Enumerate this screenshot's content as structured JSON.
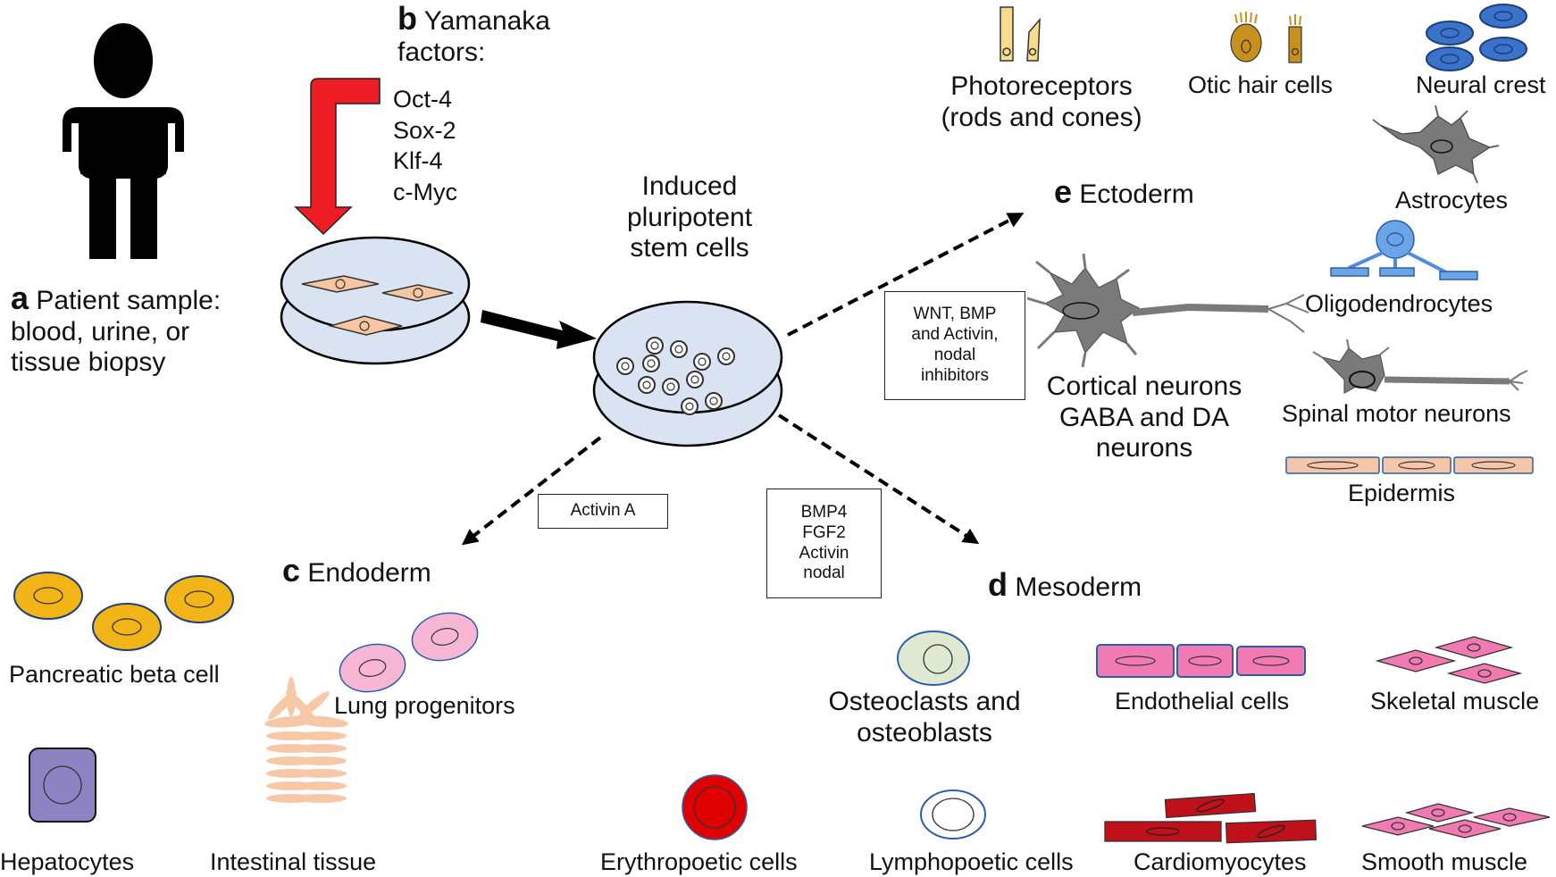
{
  "patient": {
    "letter": "a",
    "text": "Patient sample:\nblood, urine, or\ntissue biopsy"
  },
  "yamanaka": {
    "letter": "b",
    "title": "Yamanaka\nfactors:",
    "factors": "Oct-4\nSox-2\nKlf-4\nc-Myc"
  },
  "ipsc": {
    "label": "Induced\npluripotent\nstem cells"
  },
  "conditions": {
    "ectoderm": "WNT, BMP\nand Activin,\nnodal\ninhibitors",
    "endoderm": "Activin A",
    "mesoderm": "BMP4\nFGF2\nActivin\nnodal"
  },
  "ectoderm": {
    "letter": "e",
    "title": "Ectoderm",
    "photoreceptors": "Photoreceptors\n(rods and cones)",
    "otic": "Otic hair cells",
    "neural_crest": "Neural crest",
    "astrocytes": "Astrocytes",
    "oligodendrocytes": "Oligodendrocytes",
    "cortical": "Cortical neurons\nGABA and DA\nneurons",
    "spinal": "Spinal motor neurons",
    "epidermis": "Epidermis"
  },
  "endoderm": {
    "letter": "c",
    "title": "Endoderm",
    "pancreatic": "Pancreatic beta cell",
    "lung": "Lung progenitors",
    "hepatocytes": "Hepatocytes",
    "intestinal": "Intestinal tissue"
  },
  "mesoderm": {
    "letter": "d",
    "title": "Mesoderm",
    "osteo": "Osteoclasts and\nosteoblasts",
    "endothelial": "Endothelial cells",
    "skeletal": "Skeletal muscle",
    "erythro": "Erythropoetic cells",
    "lympho": "Lymphopoetic cells",
    "cardio": "Cardiomyocytes",
    "smooth": "Smooth muscle"
  },
  "colors": {
    "arrow_red": "#ee1c24",
    "dish_fill": "#d9e3f1",
    "pancreatic": "#f3b418",
    "lung": "#f6b6d4",
    "hepatocyte": "#8d83c3",
    "intestinal": "#f7c8a8",
    "erythro": "#e00000",
    "endothelial": "#f27ab3",
    "cardio": "#c0101a",
    "neuron_gray": "#7a7a7a",
    "neural_crest": "#3a73c9",
    "otic": "#c8911e",
    "epidermis": "#f6c6a8",
    "osteo": "#dfe9d2"
  }
}
